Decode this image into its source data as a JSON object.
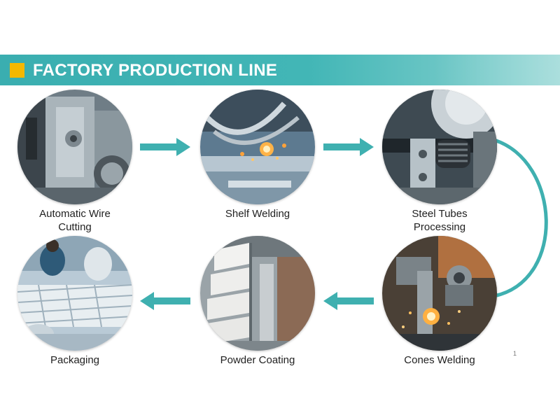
{
  "slide": {
    "title": "FACTORY PRODUCTION LINE",
    "page_number": "1",
    "colors": {
      "title_bar": "#42b6b6",
      "title_square": "#f5b800",
      "arrow": "#3fb0b0",
      "label_text": "#222222"
    }
  },
  "steps": [
    {
      "label_line1": "Automatic Wire",
      "label_line2": "Cutting",
      "photo": "wire-cutting-machine-photo"
    },
    {
      "label_line1": "Shelf Welding",
      "label_line2": "",
      "photo": "shelf-welding-photo"
    },
    {
      "label_line1": "Steel Tubes",
      "label_line2": "Processing",
      "photo": "steel-tube-processing-photo"
    },
    {
      "label_line1": "Cones Welding",
      "label_line2": "",
      "photo": "cones-welding-photo"
    },
    {
      "label_line1": "Powder Coating",
      "label_line2": "",
      "photo": "powder-coating-photo"
    },
    {
      "label_line1": "Packaging",
      "label_line2": "",
      "photo": "packaging-photo"
    }
  ],
  "flow_arrows": [
    "arrow-right",
    "arrow-right",
    "curve-down",
    "arrow-left",
    "arrow-left"
  ]
}
